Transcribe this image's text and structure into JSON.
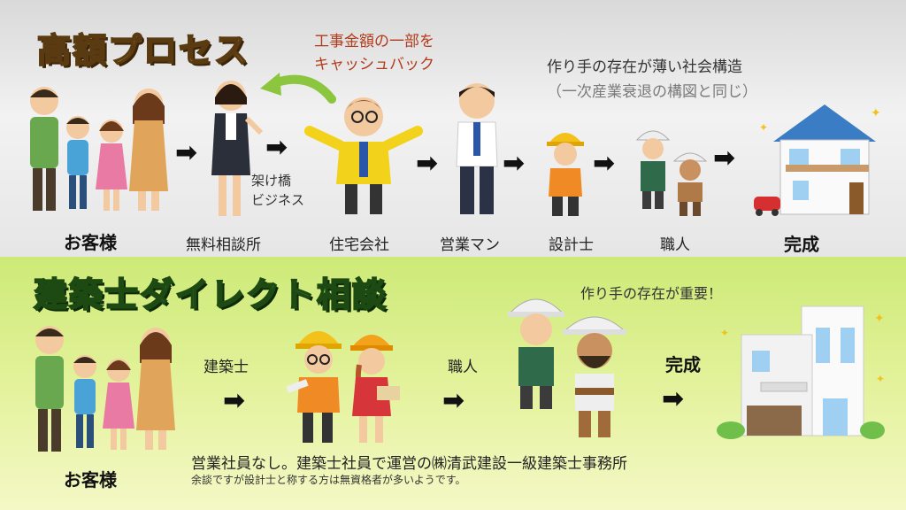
{
  "top": {
    "title": "高額プロセス",
    "cashback_note": [
      "工事金額の一部を",
      "キャッシュバック"
    ],
    "structure_note": "作り手の存在が薄い社会構造",
    "structure_sub": "（一次産業衰退の構図と同じ）",
    "bridge_note": [
      "架け橋",
      "ビジネス"
    ],
    "steps": {
      "customer": "お客様",
      "consultation": "無料相談所",
      "housing_company": "住宅会社",
      "salesman": "営業マン",
      "designer": "設計士",
      "craftsman": "職人",
      "complete": "完成"
    }
  },
  "bottom": {
    "title": "建築士ダイレクト相談",
    "importance_note": "作り手の存在が重要！",
    "steps": {
      "customer": "お客様",
      "architect": "建築士",
      "craftsman": "職人",
      "complete": "完成"
    },
    "footer_main": "営業社員なし。建築士社員で運営の㈱清武建設一級建築士事務所",
    "footer_sub": "余談ですが設計士と称する方は無資格者が多いようです。"
  },
  "colors": {
    "top_title": "#f7b74a",
    "bottom_title": "#7ed957",
    "cashback": "#b33a1a",
    "bottom_bg": "#d8ee86"
  }
}
